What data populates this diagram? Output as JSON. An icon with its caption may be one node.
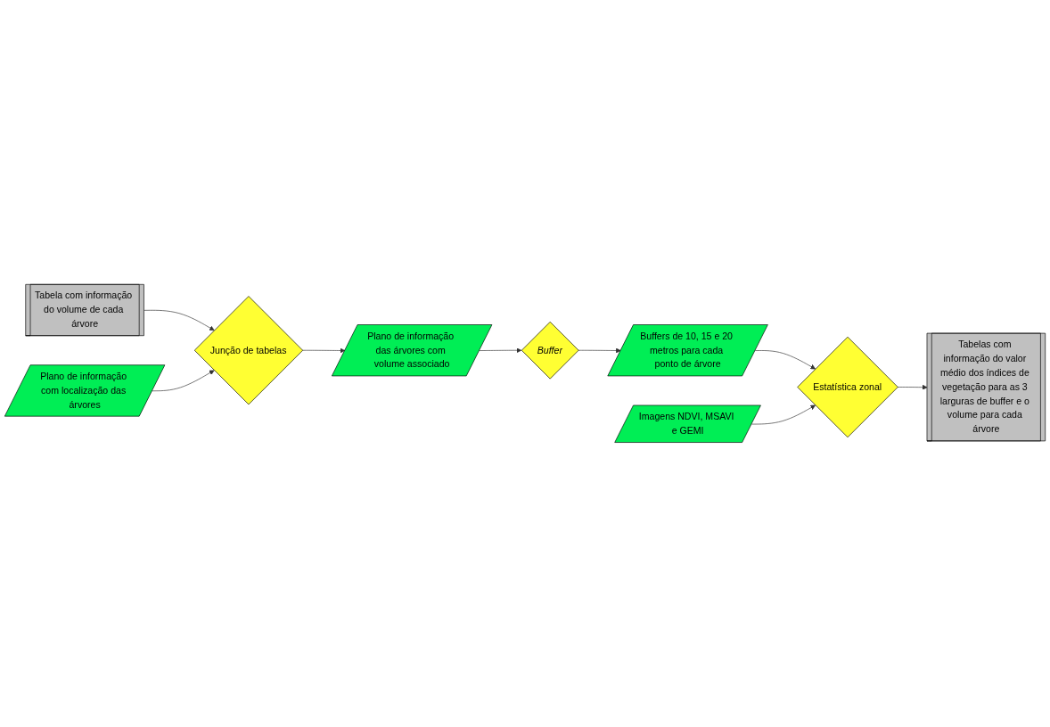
{
  "diagram": {
    "nodes": [
      {
        "text": [
          "Tabela com informação do volume de cada árvore"
        ]
      },
      {
        "text": [
          "Plano de informação com localização das árvores"
        ]
      },
      {
        "text": [
          "Junção de tabelas"
        ]
      },
      {
        "text": [
          "Plano de informação das árvores com volume associado"
        ]
      },
      {
        "text": [
          "Buffer"
        ]
      },
      {
        "text": [
          "Buffers de 10, 15 e 20 metros para cada ponto de árvore"
        ]
      },
      {
        "text": [
          "Imagens NDVI, MSAVI e GEMI"
        ]
      },
      {
        "text": [
          "Estatística zonal"
        ]
      },
      {
        "text": [
          "Tabelas com informação do valor médio dos índices de vegetação para as 3 larguras de buffer e o volume para cada árvore"
        ]
      }
    ],
    "edges": [
      {
        "from": 0,
        "to": 2,
        "arrow": "to"
      },
      {
        "from": 1,
        "to": 2,
        "arrow": "to"
      },
      {
        "from": 2,
        "to": 3,
        "arrow": "to"
      },
      {
        "from": 3,
        "to": 4,
        "arrow": "to"
      },
      {
        "from": 4,
        "to": 5,
        "arrow": "to"
      },
      {
        "from": 5,
        "to": 7,
        "arrow": "to"
      },
      {
        "from": 6,
        "to": 7,
        "arrow": "to"
      },
      {
        "from": 7,
        "to": 8,
        "arrow": "to"
      }
    ]
  }
}
